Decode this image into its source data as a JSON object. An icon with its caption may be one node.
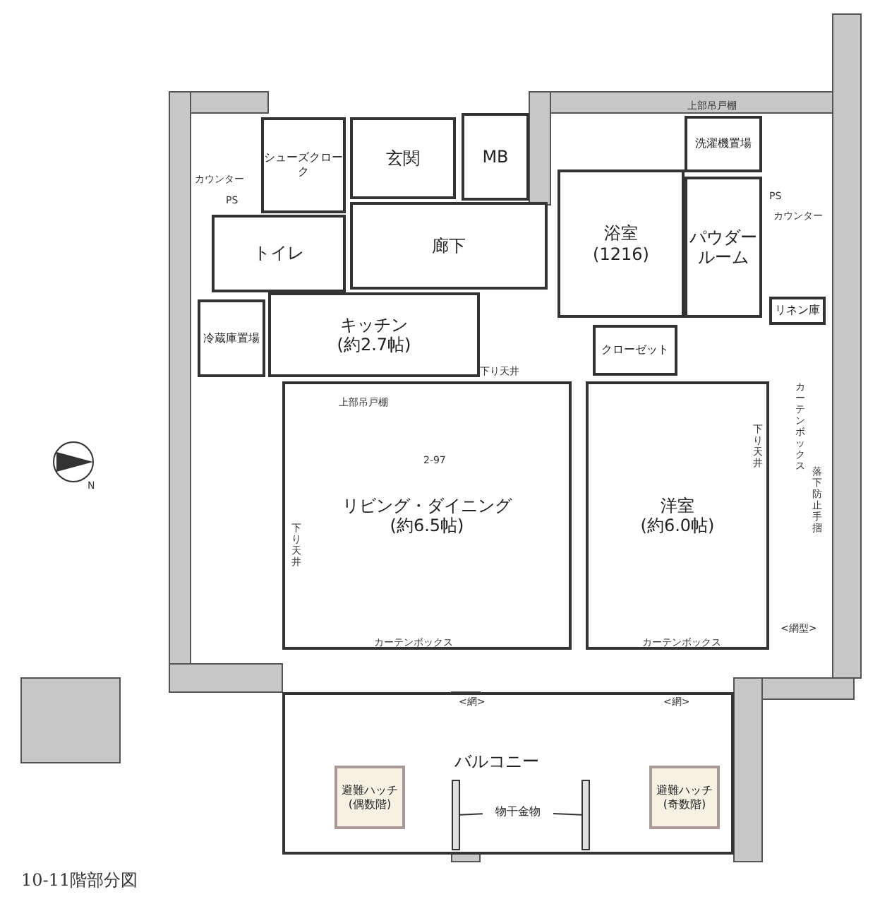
{
  "diagram": {
    "caption": "10-11階部分図",
    "nodes": [
      {
        "text": [
          "玄関"
        ]
      },
      {
        "text": [
          "MB"
        ]
      },
      {
        "text": [
          "シューズクローク"
        ]
      },
      {
        "text": [
          "トイレ"
        ]
      },
      {
        "text": [
          "廊下"
        ]
      },
      {
        "text": [
          "キッチン",
          "(約2.7帖)"
        ]
      },
      {
        "text": [
          "冷蔵庫置場"
        ]
      },
      {
        "text": [
          "浴室",
          "(1216)"
        ]
      },
      {
        "text": [
          "パウダールーム"
        ]
      },
      {
        "text": [
          "洗濯機置場"
        ]
      },
      {
        "text": [
          "クローゼット"
        ]
      },
      {
        "text": [
          "リビング・ダイニング",
          "(約6.5帖)"
        ]
      },
      {
        "text": [
          "洋室",
          "(約6.0帖)"
        ]
      },
      {
        "text": [
          "リネン庫"
        ]
      },
      {
        "text": [
          "バルコニー"
        ]
      },
      {
        "text": [
          "避難ハッチ(偶数階)"
        ],
        "in": 14
      },
      {
        "text": [
          "避難ハッチ(奇数階)"
        ],
        "in": 14
      },
      {
        "text": [
          "物干金物"
        ],
        "in": 14
      },
      {
        "text": [],
        "shape": "bar",
        "in": 14
      },
      {
        "text": [],
        "shape": "bar",
        "in": 14
      }
    ],
    "edges": [
      {
        "from": 17,
        "to": 18,
        "arrow": "none"
      },
      {
        "from": 17,
        "to": 19,
        "arrow": "none"
      }
    ],
    "labels": [
      "上部吊戸棚",
      "カウンター",
      "PS",
      "PS",
      "カウンター",
      "下り天井",
      "上部吊戸棚",
      "N",
      "2-97",
      "下り天井",
      "下り天井",
      "カーテンボックス",
      "落下防止手摺",
      "<網型>",
      "カーテンボックス",
      "カーテンボックス",
      "<網>",
      "<網>"
    ]
  }
}
